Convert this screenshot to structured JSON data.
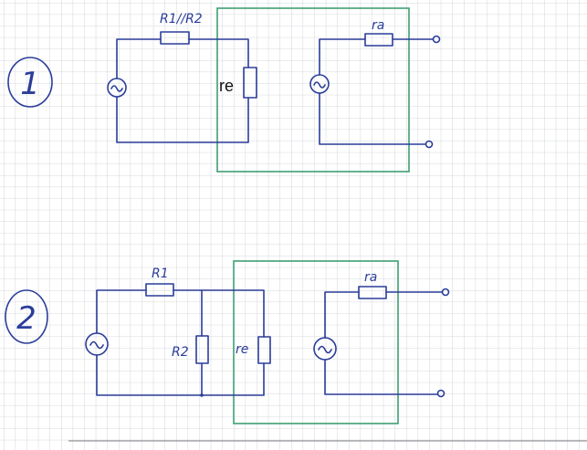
{
  "colors": {
    "ink": "#2b3d9a",
    "box": "#3f9e72",
    "grid": "#c9ccd2",
    "paper": "#ffffff",
    "typed": "#111111"
  },
  "circuit1": {
    "number": "1",
    "series_resistor_label": "R1//R2",
    "shunt_resistor_label": "re",
    "output_resistor_label": "ra",
    "source_icon": "ac-source-icon"
  },
  "circuit2": {
    "number": "2",
    "series_resistor_label": "R1",
    "shunt_resistor_label": "R2",
    "re_resistor_label": "re",
    "output_resistor_label": "ra",
    "source_icon": "ac-source-icon"
  }
}
